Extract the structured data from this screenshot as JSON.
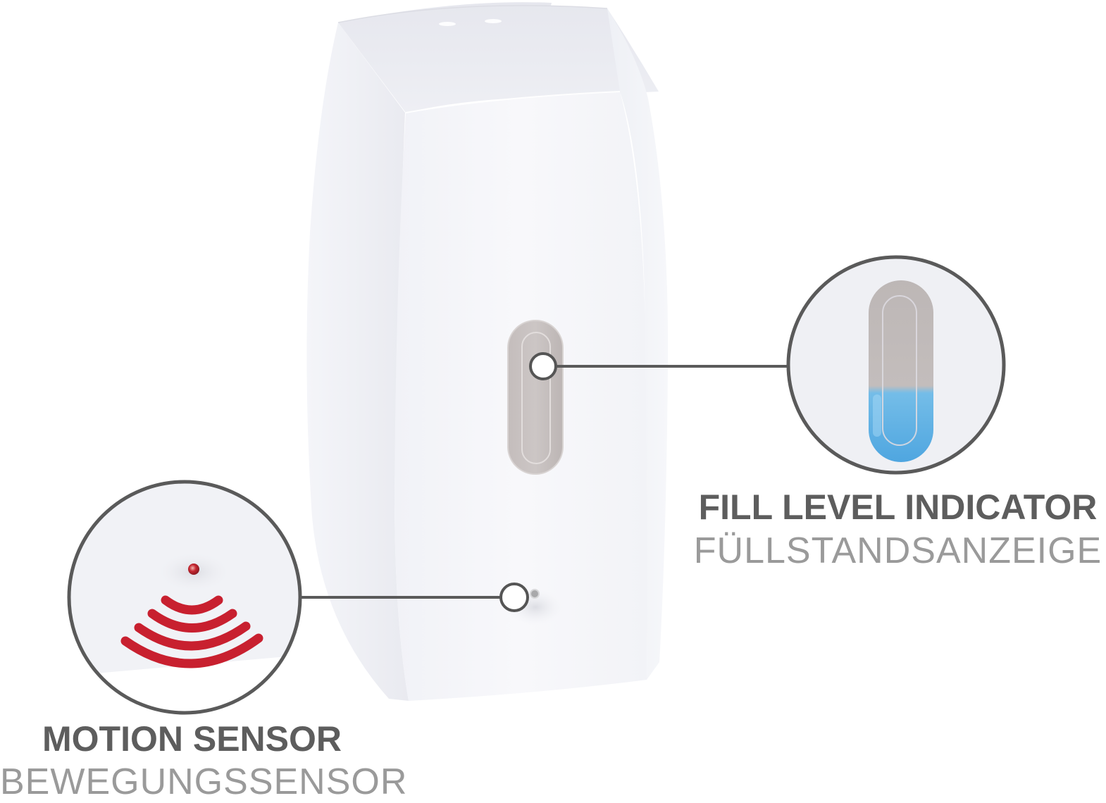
{
  "product": {
    "name": "soap-dispenser",
    "body_color": "#f3f4f8"
  },
  "callouts": {
    "fill_level": {
      "title": "FILL LEVEL INDICATOR",
      "subtitle": "FÜLLSTANDSANZEIGE",
      "indicator_empty_color": "#b9b3b2",
      "indicator_liquid_color": "#5fb2e6"
    },
    "motion_sensor": {
      "title": "MOTION SENSOR",
      "subtitle": "BEWEGUNGSSENSOR",
      "wave_color": "#c8202f",
      "sensor_led_color": "#c42630"
    }
  },
  "colors": {
    "callout_line": "#5a5a5a",
    "title_text": "#5d5d5d",
    "subtitle_text": "#9a9a9a"
  }
}
